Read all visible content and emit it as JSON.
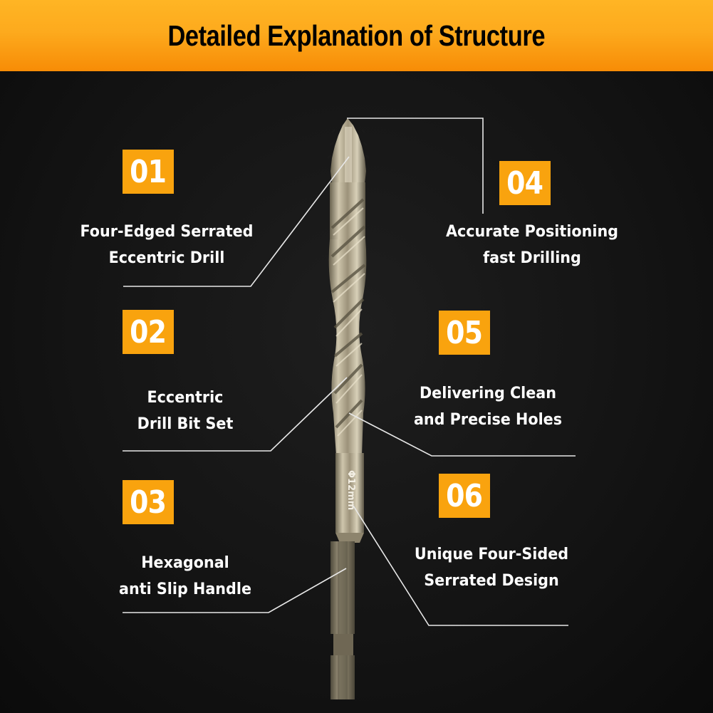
{
  "header": {
    "title": "Detailed Explanation of Structure",
    "background_color": "#f9a30e"
  },
  "callouts": [
    {
      "number": "01",
      "line1": "Four-Edged Serrated",
      "line2": "Eccentric Drill"
    },
    {
      "number": "02",
      "line1": "Eccentric",
      "line2": "Drill Bit Set"
    },
    {
      "number": "03",
      "line1": "Hexagonal",
      "line2": "anti Slip Handle"
    },
    {
      "number": "04",
      "line1": "Accurate Positioning",
      "line2": "fast Drilling"
    },
    {
      "number": "05",
      "line1": "Delivering Clean",
      "line2": "and Precise Holes"
    },
    {
      "number": "06",
      "line1": "Unique Four-Sided",
      "line2": "Serrated Design"
    }
  ],
  "drill_bit": {
    "size_marking": "Φ12mm",
    "color": "#b8ac90"
  },
  "colors": {
    "badge": "#f9a30e",
    "background": "#121212",
    "text": "#ffffff"
  }
}
